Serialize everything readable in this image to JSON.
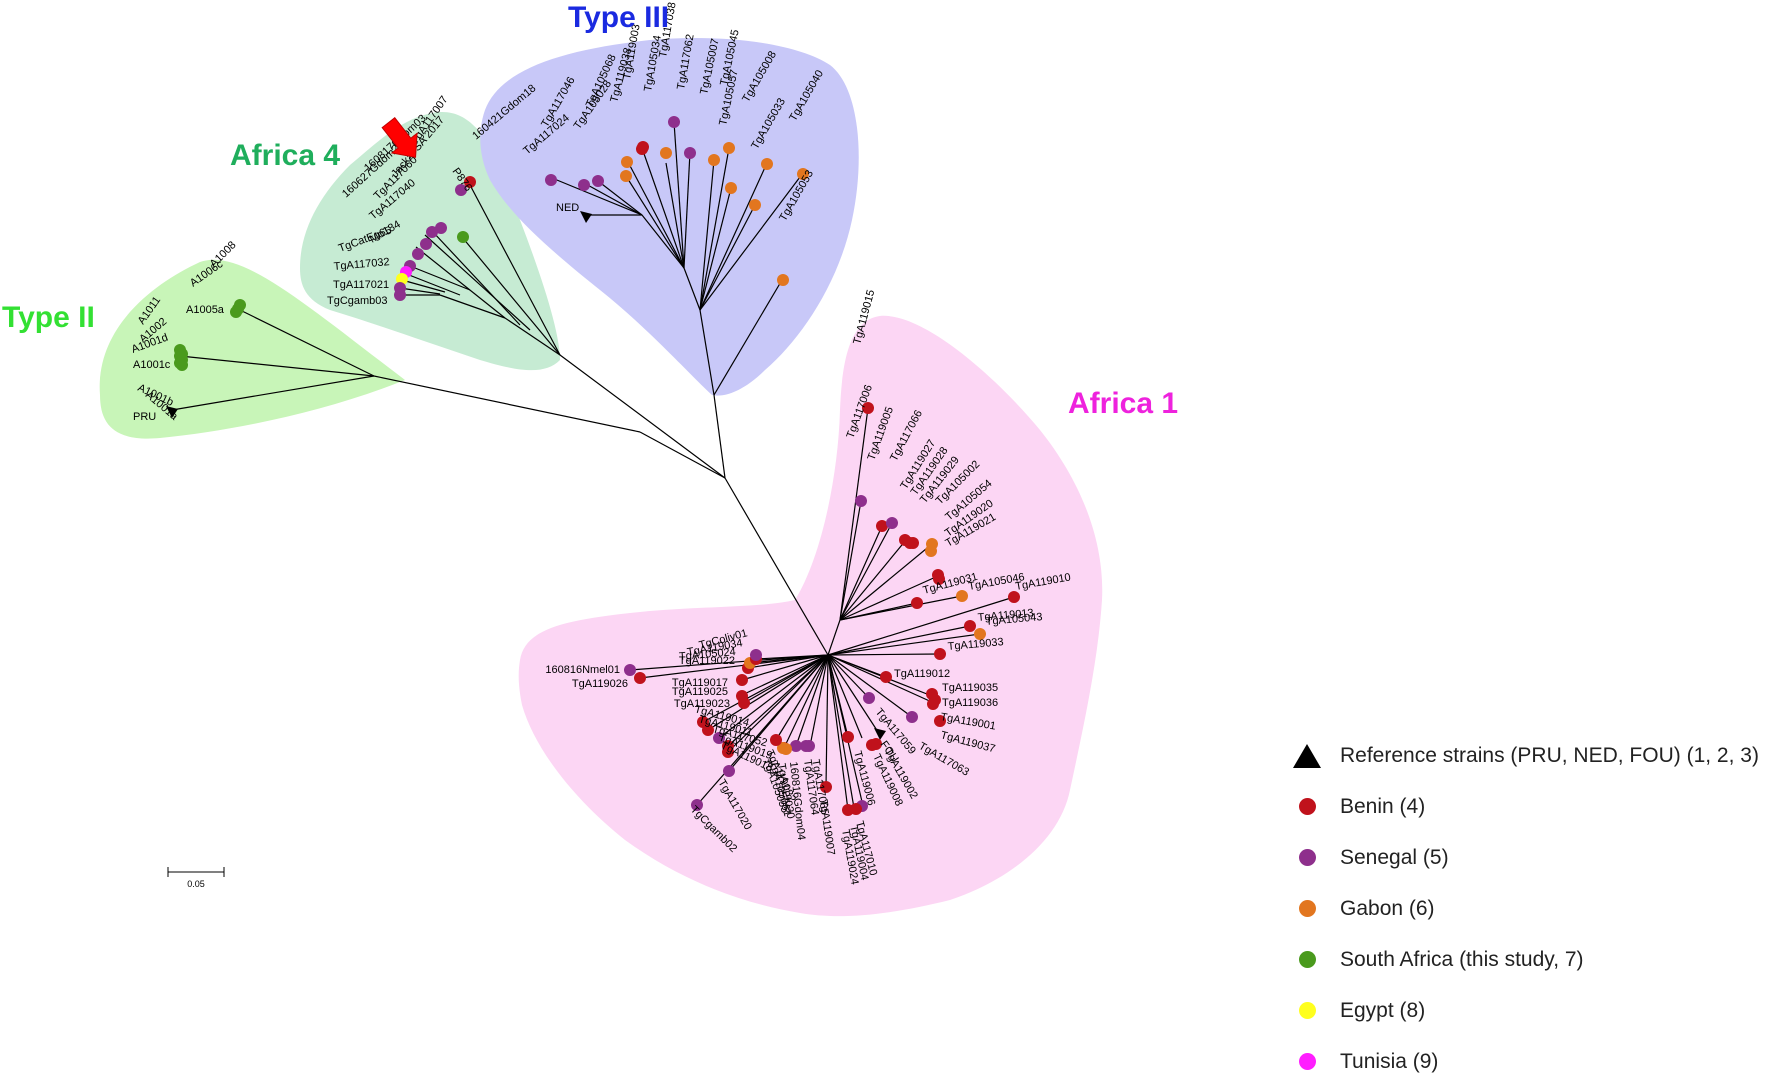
{
  "colors": {
    "benin": "#c0121c",
    "senegal": "#8e2f8c",
    "gabon": "#e2761f",
    "south_africa": "#4a9a1d",
    "egypt": "#ffff1e",
    "tunisia": "#ff1eff",
    "reference": "#000000",
    "arrow": "#ff0000"
  },
  "clades": [
    {
      "id": "type2",
      "title": "Type II",
      "title_color": "#33e033",
      "fill": "#c8f5b8"
    },
    {
      "id": "africa4",
      "title": "Africa 4",
      "title_color": "#1fae5c",
      "fill": "#c6ebd3"
    },
    {
      "id": "type3",
      "title": "Type III",
      "title_color": "#1a2ae0",
      "fill": "#c8c8f8"
    },
    {
      "id": "africa1",
      "title": "Africa 1",
      "title_color": "#ee22dd",
      "fill": "#fcd6f4"
    }
  ],
  "annotation_arrow": {
    "icon": "red-arrow-icon",
    "target_leaf": "TgA117007"
  },
  "scale_bar": {
    "label": "0.05"
  },
  "legend": [
    {
      "symbol": "triangle",
      "color": "#000000",
      "label": "Reference strains (PRU, NED, FOU) (1, 2, 3)"
    },
    {
      "symbol": "circle",
      "color": "#c0121c",
      "label": "Benin (4)"
    },
    {
      "symbol": "circle",
      "color": "#8e2f8c",
      "label": "Senegal (5)"
    },
    {
      "symbol": "circle",
      "color": "#e2761f",
      "label": "Gabon (6)"
    },
    {
      "symbol": "circle",
      "color": "#4a9a1d",
      "label": "South Africa (this study, 7)"
    },
    {
      "symbol": "circle",
      "color": "#ffff1e",
      "label": "Egypt (8)"
    },
    {
      "symbol": "circle",
      "color": "#ff1eff",
      "label": "Tunisia (9)"
    }
  ],
  "leaves": [
    {
      "label": "A1008",
      "country": "south_africa",
      "clade": "type2"
    },
    {
      "label": "A1006c",
      "country": "south_africa",
      "clade": "type2"
    },
    {
      "label": "A1005a",
      "country": "south_africa",
      "clade": "type2"
    },
    {
      "label": "A1011",
      "country": "south_africa",
      "clade": "type2"
    },
    {
      "label": "A1002",
      "country": "south_africa",
      "clade": "type2"
    },
    {
      "label": "A1001d",
      "country": "south_africa",
      "clade": "type2"
    },
    {
      "label": "A1001c",
      "country": "south_africa",
      "clade": "type2"
    },
    {
      "label": "A1001b",
      "country": "south_africa",
      "clade": "type2"
    },
    {
      "label": "A1001a",
      "country": "south_africa",
      "clade": "type2"
    },
    {
      "label": "PRU",
      "country": "reference",
      "clade": "type2"
    },
    {
      "label": "P876",
      "country": "benin",
      "clade": "africa4"
    },
    {
      "label": "TgA117007",
      "country": "senegal",
      "clade": "africa4"
    },
    {
      "label": "Jackal SA 2017",
      "country": "south_africa",
      "clade": "africa4"
    },
    {
      "label": "TgA117060",
      "country": "senegal",
      "clade": "africa4"
    },
    {
      "label": "160817Gdom03",
      "country": "senegal",
      "clade": "africa4"
    },
    {
      "label": "TgA117040",
      "country": "senegal",
      "clade": "africa4"
    },
    {
      "label": "160627Gdom23",
      "country": "senegal",
      "clade": "africa4"
    },
    {
      "label": "Mo184",
      "country": "senegal",
      "clade": "africa4"
    },
    {
      "label": "TgCatEg65",
      "country": "tunisia",
      "clade": "africa4"
    },
    {
      "label": "TgA117032",
      "country": "egypt",
      "clade": "africa4"
    },
    {
      "label": "TgA117021",
      "country": "senegal",
      "clade": "africa4"
    },
    {
      "label": "TgCgamb03",
      "country": "senegal",
      "clade": "africa4"
    },
    {
      "label": "160421Gdom18",
      "country": "senegal",
      "clade": "type3"
    },
    {
      "label": "NED",
      "country": "reference",
      "clade": "type3"
    },
    {
      "label": "TgA117024",
      "country": "senegal",
      "clade": "type3"
    },
    {
      "label": "TgA117046",
      "country": "senegal",
      "clade": "type3"
    },
    {
      "label": "TgA105028",
      "country": "gabon",
      "clade": "type3"
    },
    {
      "label": "TgA105068",
      "country": "gabon",
      "clade": "type3"
    },
    {
      "label": "TgA119038",
      "country": "benin",
      "clade": "type3"
    },
    {
      "label": "TgA119003",
      "country": "benin",
      "clade": "type3"
    },
    {
      "label": "TgA105034",
      "country": "gabon",
      "clade": "type3"
    },
    {
      "label": "TgA117038",
      "country": "senegal",
      "clade": "type3"
    },
    {
      "label": "TgA117062",
      "country": "senegal",
      "clade": "type3"
    },
    {
      "label": "TgA105007",
      "country": "gabon",
      "clade": "type3"
    },
    {
      "label": "TgA105045",
      "country": "gabon",
      "clade": "type3"
    },
    {
      "label": "TgA105057",
      "country": "gabon",
      "clade": "type3"
    },
    {
      "label": "TgA105008",
      "country": "gabon",
      "clade": "type3"
    },
    {
      "label": "TgA105033",
      "country": "gabon",
      "clade": "type3"
    },
    {
      "label": "TgA105040",
      "country": "gabon",
      "clade": "type3"
    },
    {
      "label": "TgA105053",
      "country": "gabon",
      "clade": "type3"
    },
    {
      "label": "TgA119015",
      "country": "benin",
      "clade": "africa1"
    },
    {
      "label": "TgA117006",
      "country": "senegal",
      "clade": "africa1"
    },
    {
      "label": "TgA119005",
      "country": "benin",
      "clade": "africa1"
    },
    {
      "label": "TgA117066",
      "country": "senegal",
      "clade": "africa1"
    },
    {
      "label": "TgA119027",
      "country": "benin",
      "clade": "africa1"
    },
    {
      "label": "TgA119028",
      "country": "benin",
      "clade": "africa1"
    },
    {
      "label": "TgA119029",
      "country": "benin",
      "clade": "africa1"
    },
    {
      "label": "TgA105002",
      "country": "gabon",
      "clade": "africa1"
    },
    {
      "label": "TgA105054",
      "country": "gabon",
      "clade": "africa1"
    },
    {
      "label": "TgA119020",
      "country": "benin",
      "clade": "africa1"
    },
    {
      "label": "TgA119021",
      "country": "benin",
      "clade": "africa1"
    },
    {
      "label": "TgA119031",
      "country": "benin",
      "clade": "africa1"
    },
    {
      "label": "TgA105046",
      "country": "gabon",
      "clade": "africa1"
    },
    {
      "label": "TgA119010",
      "country": "benin",
      "clade": "africa1"
    },
    {
      "label": "TgA119013",
      "country": "benin",
      "clade": "africa1"
    },
    {
      "label": "TgA105043",
      "country": "gabon",
      "clade": "africa1"
    },
    {
      "label": "TgA119033",
      "country": "benin",
      "clade": "africa1"
    },
    {
      "label": "TgA119012",
      "country": "benin",
      "clade": "africa1"
    },
    {
      "label": "TgA119035",
      "country": "benin",
      "clade": "africa1"
    },
    {
      "label": "TgA119036",
      "country": "benin",
      "clade": "africa1"
    },
    {
      "label": "TgA119001",
      "country": "benin",
      "clade": "africa1"
    },
    {
      "label": "TgA119037",
      "country": "benin",
      "clade": "africa1"
    },
    {
      "label": "TgA117063",
      "country": "senegal",
      "clade": "africa1"
    },
    {
      "label": "TgA117059",
      "country": "senegal",
      "clade": "africa1"
    },
    {
      "label": "FOU",
      "country": "reference",
      "clade": "africa1"
    },
    {
      "label": "TgA119002",
      "country": "benin",
      "clade": "africa1"
    },
    {
      "label": "TgA119008",
      "country": "benin",
      "clade": "africa1"
    },
    {
      "label": "TgA117010",
      "country": "senegal",
      "clade": "africa1"
    },
    {
      "label": "TgA119004",
      "country": "benin",
      "clade": "africa1"
    },
    {
      "label": "TgA119024",
      "country": "benin",
      "clade": "africa1"
    },
    {
      "label": "TgA119007",
      "country": "benin",
      "clade": "africa1"
    },
    {
      "label": "TgA119006",
      "country": "benin",
      "clade": "africa1"
    },
    {
      "label": "TgA117065",
      "country": "senegal",
      "clade": "africa1"
    },
    {
      "label": "TgA117064",
      "country": "senegal",
      "clade": "africa1"
    },
    {
      "label": "160816Gdom04",
      "country": "senegal",
      "clade": "africa1"
    },
    {
      "label": "TgA119030",
      "country": "benin",
      "clade": "africa1"
    },
    {
      "label": "TgA105061",
      "country": "gabon",
      "clade": "africa1"
    },
    {
      "label": "TgA105055",
      "country": "gabon",
      "clade": "africa1"
    },
    {
      "label": "TgA119032",
      "country": "benin",
      "clade": "africa1"
    },
    {
      "label": "TgA117020",
      "country": "senegal",
      "clade": "africa1"
    },
    {
      "label": "TgCgamb02",
      "country": "senegal",
      "clade": "africa1"
    },
    {
      "label": "TgA119018",
      "country": "benin",
      "clade": "africa1"
    },
    {
      "label": "TgA119019",
      "country": "benin",
      "clade": "africa1"
    },
    {
      "label": "TgA117052",
      "country": "senegal",
      "clade": "africa1"
    },
    {
      "label": "TgA119011",
      "country": "benin",
      "clade": "africa1"
    },
    {
      "label": "TgA119014",
      "country": "benin",
      "clade": "africa1"
    },
    {
      "label": "TgA119023",
      "country": "benin",
      "clade": "africa1"
    },
    {
      "label": "TgA119025",
      "country": "benin",
      "clade": "africa1"
    },
    {
      "label": "TgA119017",
      "country": "benin",
      "clade": "africa1"
    },
    {
      "label": "TgA119026",
      "country": "benin",
      "clade": "africa1"
    },
    {
      "label": "160816Nmel01",
      "country": "senegal",
      "clade": "africa1"
    },
    {
      "label": "TgA119022",
      "country": "benin",
      "clade": "africa1"
    },
    {
      "label": "TgA105024",
      "country": "gabon",
      "clade": "africa1"
    },
    {
      "label": "TgA119034",
      "country": "benin",
      "clade": "africa1"
    },
    {
      "label": "TgColiv01",
      "country": "senegal",
      "clade": "africa1"
    }
  ]
}
